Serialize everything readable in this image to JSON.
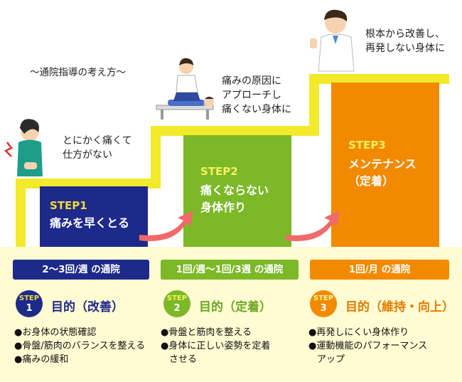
{
  "heading": "〜通院指導の考え方〜",
  "captions": {
    "c1": [
      "とにかく痛くて",
      "仕方がない"
    ],
    "c2": [
      "痛みの原因に",
      "アプローチし",
      "痛くない身体に"
    ],
    "c3": [
      "根本から改善し、",
      "再発しない身体に"
    ]
  },
  "steps": [
    {
      "label": "STEP1",
      "title": [
        "痛みを早くとる"
      ]
    },
    {
      "label": "STEP2",
      "title": [
        "痛くならない",
        "身体作り"
      ]
    },
    {
      "label": "STEP3",
      "title": [
        "メンテナンス",
        "（定着）"
      ]
    }
  ],
  "columns": [
    {
      "frequency": "2〜3回/週 の通院",
      "badge": [
        "STEP",
        "1"
      ],
      "goal": "目的（改善）",
      "items": [
        "●お身体の状態確認",
        "●骨盤/筋肉のバランスを整える",
        "●痛みの緩和"
      ]
    },
    {
      "frequency": "1回/週〜1回/3週 の通院",
      "badge": [
        "STEP",
        "2"
      ],
      "goal": "目的（定着）",
      "items": [
        "●骨盤と筋肉を整える",
        "●身体に正しい姿勢を定着",
        "させる"
      ]
    },
    {
      "frequency": "1回/月 の通院",
      "badge": [
        "STEP",
        "3"
      ],
      "goal": "目的（維持・向上）",
      "items": [
        "●再発しにくい身体作り",
        "●運動機能のパフォーマンス",
        "アップ"
      ]
    }
  ],
  "colors": {
    "step1": "#1e2a8a",
    "step2": "#7cb828",
    "step3": "#f28a00",
    "stair": "#f2ea2a",
    "arrow": "#f06a6a",
    "panel": "#fffbd2"
  }
}
